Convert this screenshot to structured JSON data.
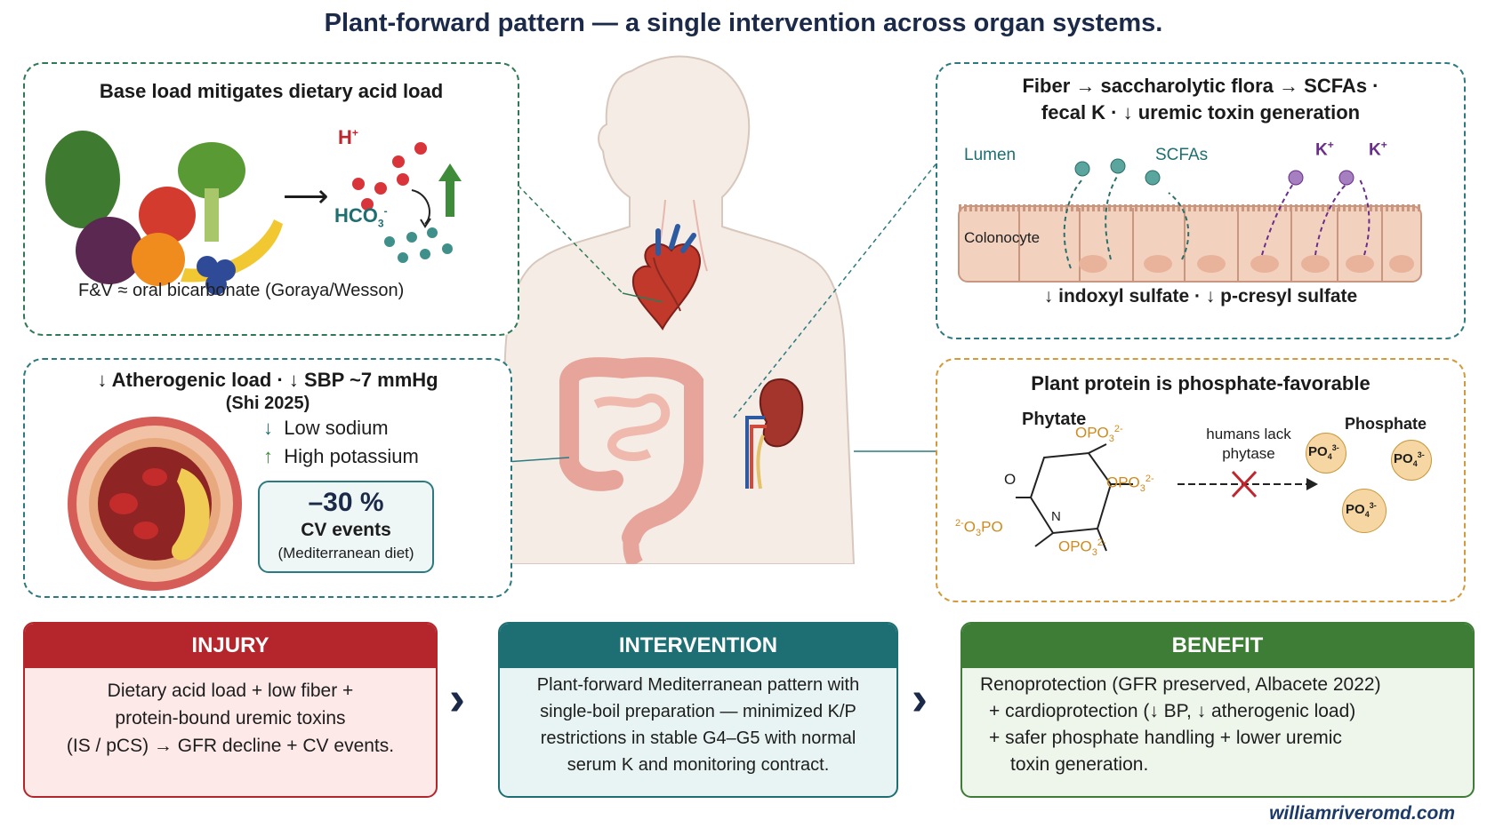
{
  "title": "Plant-forward pattern — a single intervention across organ systems.",
  "acid_panel": {
    "title": "Base load mitigates dietary acid load",
    "h_label": "H",
    "h_sup": "+",
    "hco3_label": "HCO",
    "hco3_sub": "3",
    "hco3_sup": "-",
    "caption": "F&V  ≈ oral bicarbonate (Goraya/Wesson)"
  },
  "athero_panel": {
    "title": "↓ Atherogenic load · ↓ SBP ~7 mmHg",
    "subtitle": "(Shi 2025)",
    "bullets": [
      {
        "arrow": "↓",
        "text": "Low sodium"
      },
      {
        "arrow": "↑",
        "text": "High potassium"
      }
    ],
    "stat_value": "–30 %",
    "stat_label": "CV events",
    "stat_note": "(Mediterranean diet)"
  },
  "fiber_panel": {
    "title_line1": "Fiber → saccharolytic flora → SCFAs ·",
    "title_line2": "fecal K · ↓ uremic toxin generation",
    "lumen_label": "Lumen",
    "scfa_label": "SCFAs",
    "k_label": "K",
    "k_sup": "+",
    "colonocyte_label": "Colonocyte",
    "caption": "↓ indoxyl sulfate · ↓  p-cresyl sulfate"
  },
  "phosphate_panel": {
    "title": "Plant protein is phosphate-favorable",
    "phytate_label": "Phytate",
    "phosphate_label": "Phosphate",
    "block_label_line1": "humans lack",
    "block_label_line2": "phytase",
    "opo3": "OPO",
    "opo3_sub": "3",
    "opo3_sup": "2-",
    "o3po_prefix": "2-",
    "o3po": "O",
    "o3po_sub": "3",
    "o3po_tail": "PO",
    "o_label": "O",
    "n_label": "N",
    "po4": "PO",
    "po4_sub": "4",
    "po4_sup": "3-"
  },
  "cards": {
    "injury": {
      "title": "INJURY",
      "lines": [
        "Dietary acid load + low fiber +",
        "protein-bound uremic toxins",
        "(IS / pCS)  → GFR decline + CV events."
      ]
    },
    "intervention": {
      "title": "INTERVENTION",
      "lines": [
        "Plant-forward Mediterranean pattern with",
        "single-boil preparation — minimized K/P",
        "restrictions in stable G4–G5 with normal",
        "serum K and monitoring contract."
      ]
    },
    "benefit": {
      "title": "BENEFIT",
      "lines": [
        "Renoprotection (GFR preserved, Albacete 2022)",
        "+ cardioprotection (↓ BP, ↓ atherogenic load)",
        "+ safer phosphate handling + lower uremic",
        "toxin generation."
      ]
    }
  },
  "credit": "williamriveromd.com",
  "colors": {
    "injury": "#b5262c",
    "intervention": "#1e6f73",
    "benefit": "#3d7d36",
    "title": "#1c2a4a"
  }
}
